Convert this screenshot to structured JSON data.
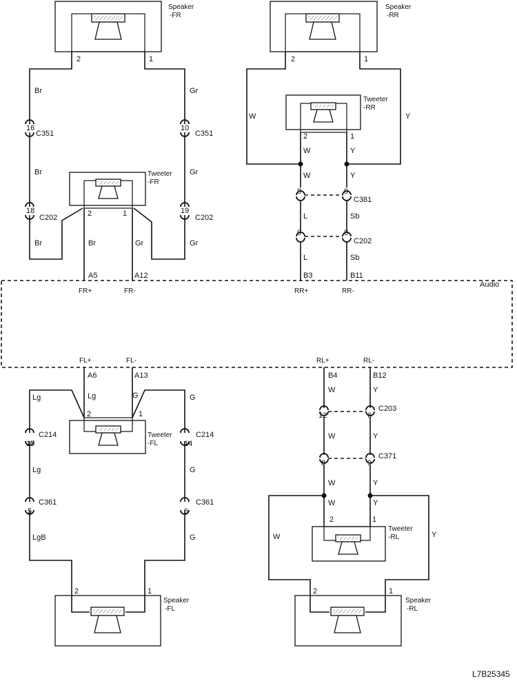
{
  "diagram": {
    "figure_id": "L7B25345",
    "audio_unit": {
      "label": "Audio"
    },
    "components": {
      "speaker_fr": {
        "line1": "Speaker",
        "line2": "-FR",
        "pin_left": "2",
        "pin_right": "1"
      },
      "speaker_rr": {
        "line1": "Speaker",
        "line2": "-RR",
        "pin_left": "2",
        "pin_right": "1"
      },
      "speaker_fl": {
        "line1": "Speaker",
        "line2": "-FL",
        "pin_left": "2",
        "pin_right": "1"
      },
      "speaker_rl": {
        "line1": "Speaker",
        "line2": "-RL",
        "pin_left": "2",
        "pin_right": "1"
      },
      "tweeter_fr": {
        "line1": "Tweeter",
        "line2": "-FR",
        "pin_left": "2",
        "pin_right": "1"
      },
      "tweeter_rr": {
        "line1": "Tweeter",
        "line2": "-RR",
        "pin_left": "2",
        "pin_right": "1"
      },
      "tweeter_fl": {
        "line1": "Tweeter",
        "line2": "-FL",
        "pin_left": "2",
        "pin_right": "1"
      },
      "tweeter_rl": {
        "line1": "Tweeter",
        "line2": "-RL",
        "pin_left": "2",
        "pin_right": "1"
      }
    },
    "terminals": {
      "fr_plus": {
        "pin": "A5",
        "signal": "FR+"
      },
      "fr_minus": {
        "pin": "A12",
        "signal": "FR-"
      },
      "rr_plus": {
        "pin": "B3",
        "signal": "RR+"
      },
      "rr_minus": {
        "pin": "B11",
        "signal": "RR-"
      },
      "fl_plus": {
        "pin": "A6",
        "signal": "FL+"
      },
      "fl_minus": {
        "pin": "A13",
        "signal": "FL-"
      },
      "rl_plus": {
        "pin": "B4",
        "signal": "RL+"
      },
      "rl_minus": {
        "pin": "B12",
        "signal": "RL-"
      }
    },
    "connectors": {
      "fr_c351_left": {
        "pin": "16",
        "name": "C351"
      },
      "fr_c351_right": {
        "pin": "10",
        "name": "C351"
      },
      "fr_c202_left": {
        "pin": "18",
        "name": "C202"
      },
      "fr_c202_right": {
        "pin": "19",
        "name": "C202"
      },
      "rr_c381_left": {
        "pin": "8"
      },
      "rr_c381_right": {
        "pin": "9",
        "name": "C381"
      },
      "rr_c202_left": {
        "pin": "9"
      },
      "rr_c202_right": {
        "pin": "8",
        "name": "C202"
      },
      "fl_c214_left": {
        "pin": "15",
        "name": "C214"
      },
      "fl_c214_right": {
        "pin": "14",
        "name": "C214"
      },
      "fl_c361_left": {
        "pin": "5",
        "name": "C361"
      },
      "fl_c361_right": {
        "pin": "6",
        "name": "C361"
      },
      "rl_c203_left": {
        "pin": "12"
      },
      "rl_c203_right": {
        "pin": "6",
        "name": "C203"
      },
      "rl_c371_left": {
        "pin": "8"
      },
      "rl_c371_right": {
        "pin": "9",
        "name": "C371"
      }
    },
    "wire_colors": {
      "fr_br_1": "Br",
      "fr_br_2": "Br",
      "fr_br_3": "Br",
      "fr_br_4": "Br",
      "fr_gr_1": "Gr",
      "fr_gr_2": "Gr",
      "fr_gr_3": "Gr",
      "fr_gr_4": "Gr",
      "rr_w_loop": "W",
      "rr_y_loop": "Y",
      "rr_w_1": "W",
      "rr_w_2": "W",
      "rr_y_1": "Y",
      "rr_y_2": "Y",
      "rr_l_1": "L",
      "rr_l_2": "L",
      "rr_sb_1": "Sb",
      "rr_sb_2": "Sb",
      "fl_lg_1": "Lg",
      "fl_lg_2": "Lg",
      "fl_lg_3": "Lg",
      "fl_lgb": "LgB",
      "fl_g_1": "G",
      "fl_g_2": "G",
      "fl_g_3": "G",
      "fl_g_4": "G",
      "rl_w_1": "W",
      "rl_w_2": "W",
      "rl_w_3": "W",
      "rl_w_4": "W",
      "rl_w_loop": "W",
      "rl_y_1": "Y",
      "rl_y_2": "Y",
      "rl_y_3": "Y",
      "rl_y_4": "Y",
      "rl_y_loop": "Y"
    }
  }
}
